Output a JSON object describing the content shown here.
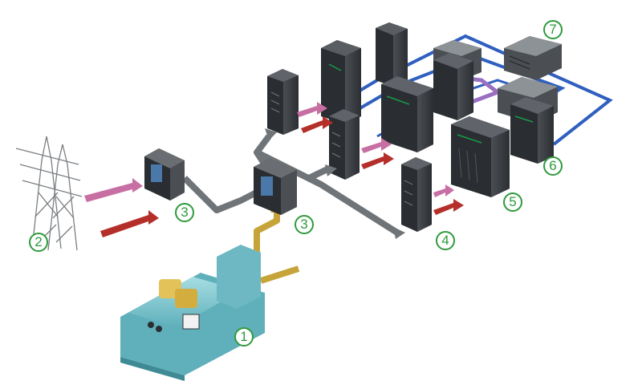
{
  "badges": {
    "b1": "1",
    "b2": "2",
    "b3a": "3",
    "b3b": "3",
    "b4": "4",
    "b5": "5",
    "b6": "6",
    "b7": "7"
  },
  "colors": {
    "badge": "#2e9a3c",
    "feed_arrow_pink": "#c76fa3",
    "feed_arrow_red": "#b52f2a",
    "gray_duct": "#6f7478",
    "generator_duct": "#c7a43a",
    "blue_duct": "#2f5fbf",
    "purple_duct": "#9a6fc2",
    "rack_dark": "#3b3f43",
    "rack_face": "#2a2d31",
    "generator_body": "#7fc6cf",
    "generator_top": "#e3c25a",
    "tower": "#7b7f83"
  },
  "icons": [
    "transmission-tower-icon",
    "generator-icon",
    "transformer-cabinet-icon",
    "server-rack-icon",
    "cooling-unit-icon"
  ]
}
